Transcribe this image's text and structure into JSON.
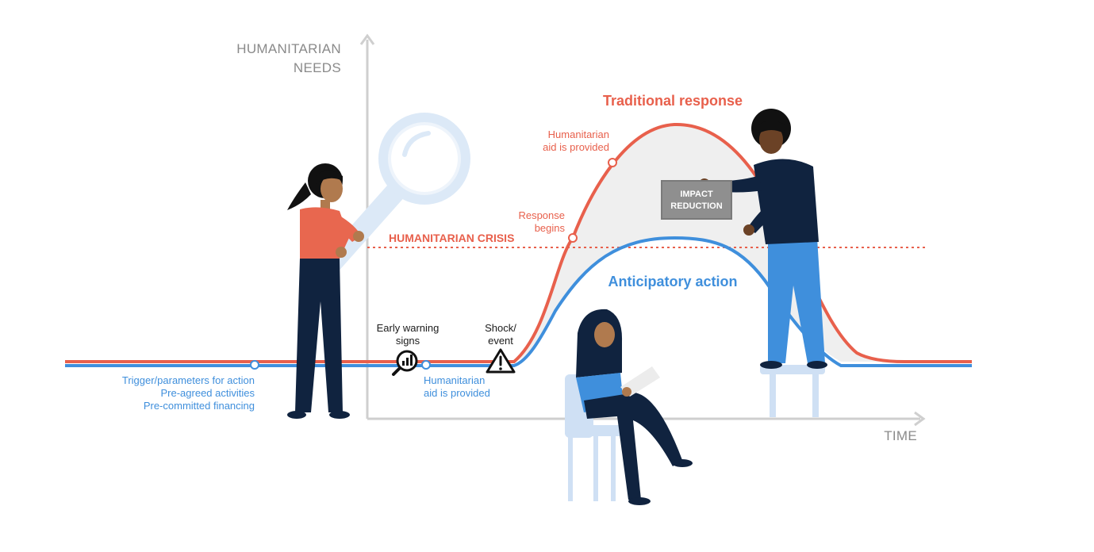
{
  "axes": {
    "y_label_line1": "HUMANITARIAN",
    "y_label_line2": "NEEDS",
    "x_label": "TIME"
  },
  "threshold": {
    "label": "HUMANITARIAN CRISIS"
  },
  "curves": {
    "traditional": {
      "label": "Traditional response",
      "color": "#e8604c"
    },
    "anticipatory": {
      "label": "Anticipatory action",
      "color": "#3f8fdc"
    }
  },
  "annotations": {
    "trigger_lines": [
      "Trigger/parameters for action",
      "Pre-agreed activities",
      "Pre-committed financing"
    ],
    "early_warning": [
      "Early warning",
      "signs"
    ],
    "shock": [
      "Shock/",
      "event"
    ],
    "anticipatory_aid": [
      "Humanitarian",
      "aid is provided"
    ],
    "response_begins": [
      "Response",
      "begins"
    ],
    "traditional_aid": [
      "Humanitarian",
      "aid is provided"
    ]
  },
  "sign": {
    "line1": "IMPACT",
    "line2": "REDUCTION"
  },
  "icons": {
    "early_warning": "magnifier-chart-icon",
    "shock": "warning-triangle-icon"
  }
}
